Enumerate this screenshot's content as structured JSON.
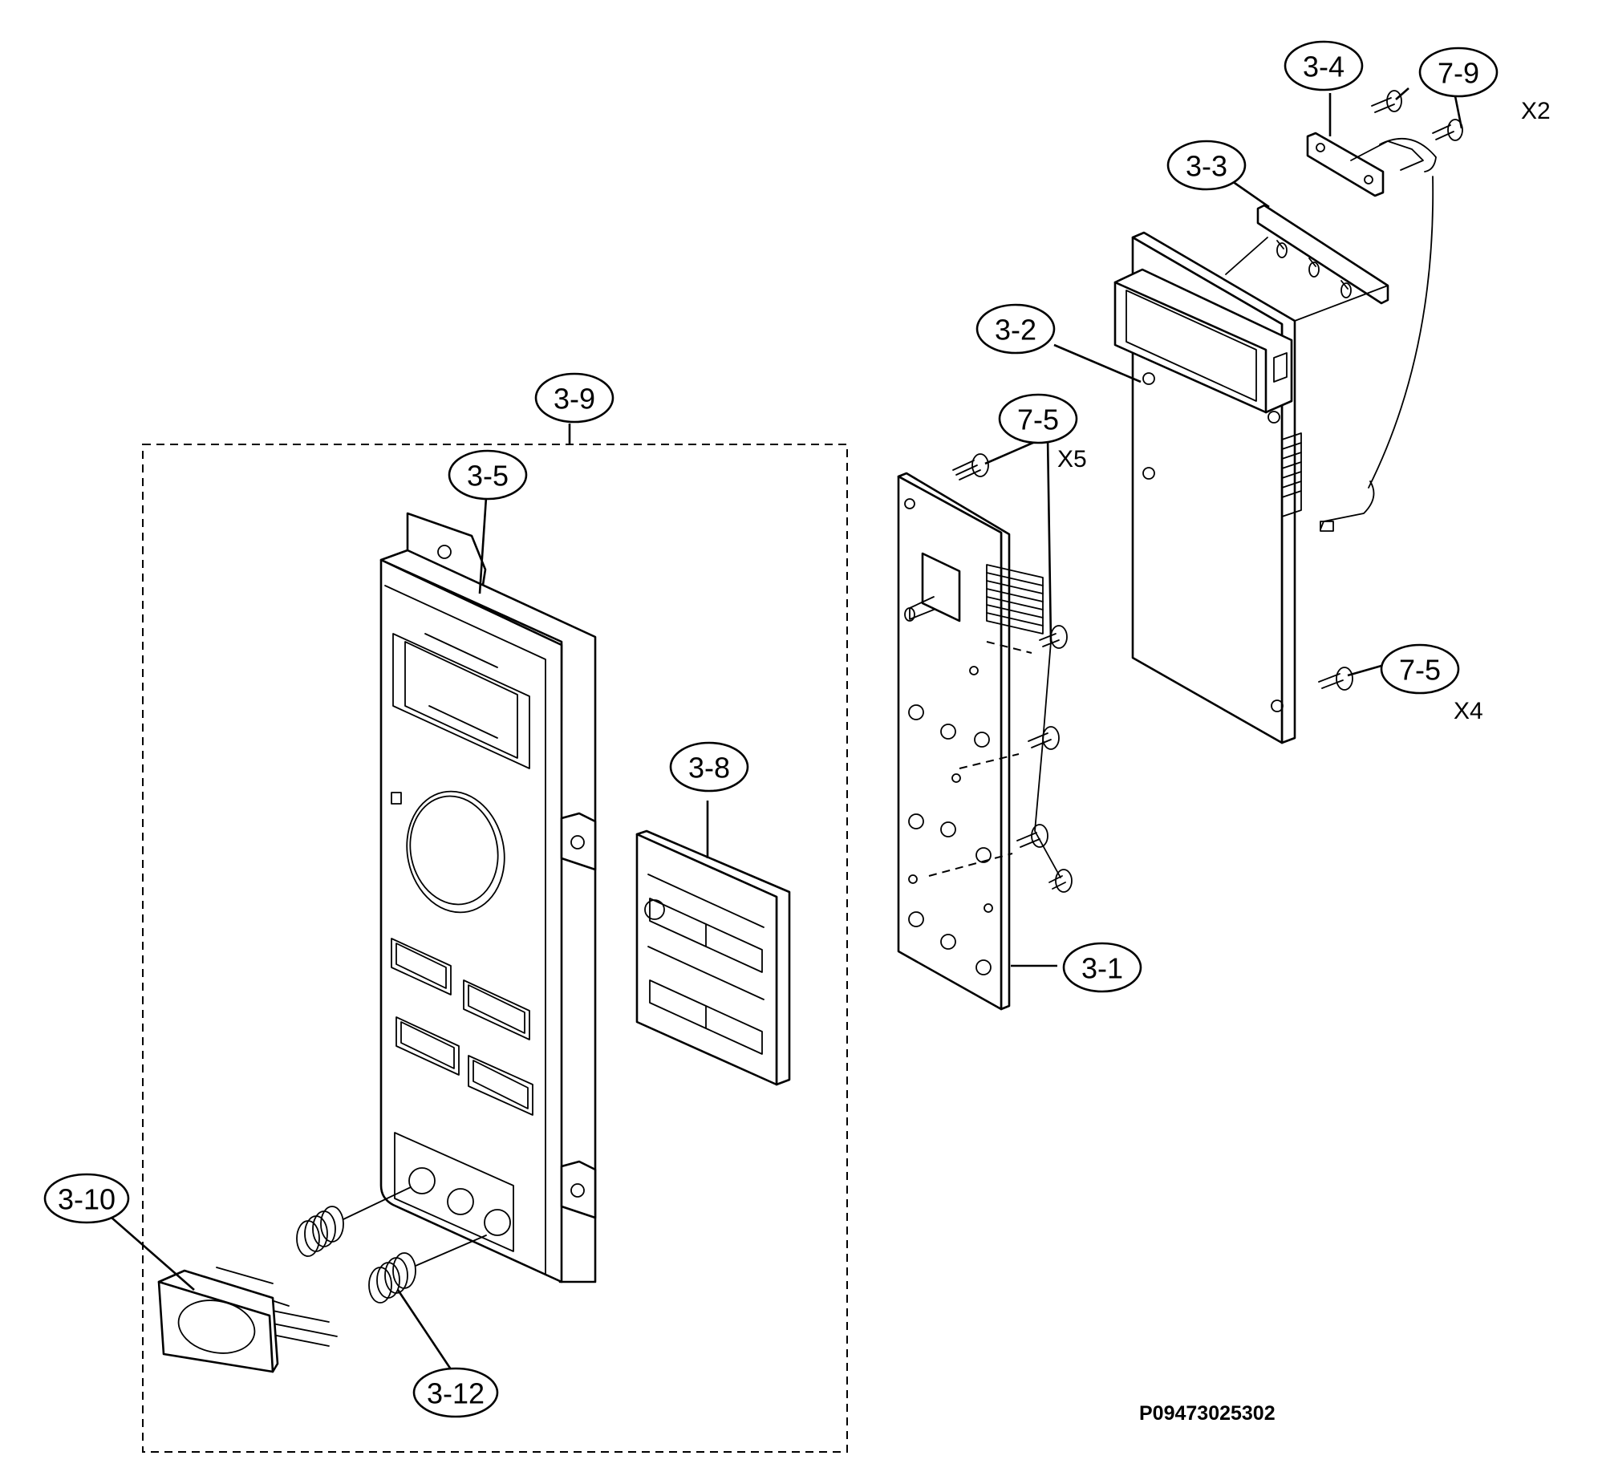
{
  "parts": {
    "p3_1": "3-1",
    "p3_2": "3-2",
    "p3_3": "3-3",
    "p3_4": "3-4",
    "p3_5": "3-5",
    "p3_8": "3-8",
    "p3_9": "3-9",
    "p3_10": "3-10",
    "p3_12": "3-12",
    "p7_5_top": "7-5",
    "p7_5_right": "7-5",
    "p7_9": "7-9"
  },
  "quantities": {
    "x2": "X2",
    "x5": "X5",
    "x4": "X4"
  },
  "drawing_code": "P09473025302"
}
